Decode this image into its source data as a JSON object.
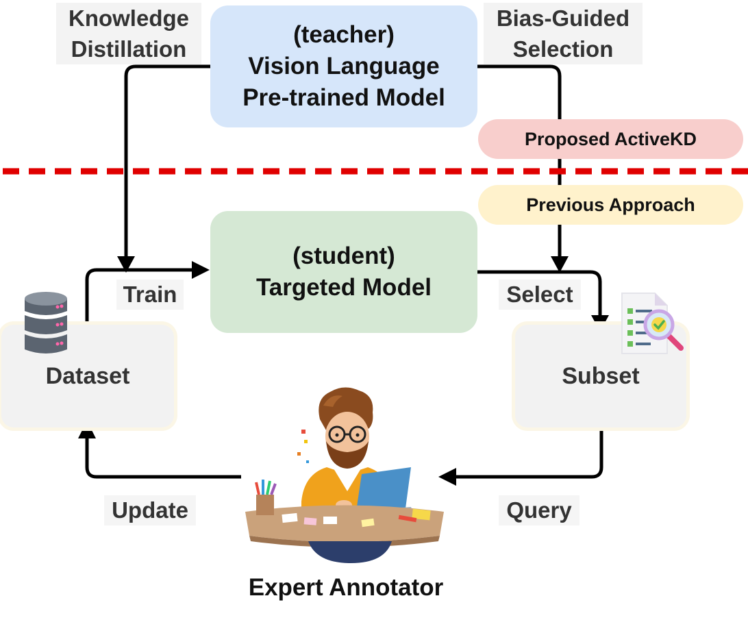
{
  "teacher": {
    "line1": "(teacher)",
    "line2": "Vision Language",
    "line3": "Pre-trained Model"
  },
  "student": {
    "line1": "(student)",
    "line2": "Targeted Model"
  },
  "dataset": "Dataset",
  "subset": "Subset",
  "labels": {
    "kd_line1": "Knowledge",
    "kd_line2": "Distillation",
    "bias_line1": "Bias-Guided",
    "bias_line2": "Selection",
    "train": "Train",
    "select": "Select",
    "update": "Update",
    "query": "Query"
  },
  "pills": {
    "proposed": "Proposed ActiveKD",
    "previous": "Previous Approach"
  },
  "annotator": "Expert Annotator",
  "colors": {
    "teacher_fill": "#d6e6fa",
    "student_fill": "#d5e8d4",
    "proposed_fill": "#f8cecc",
    "previous_fill": "#fff2cc",
    "divider": "#e00000",
    "arrows": "#000000"
  },
  "icons": [
    "database-icon",
    "checklist-magnifier-icon",
    "annotator-illustration"
  ]
}
